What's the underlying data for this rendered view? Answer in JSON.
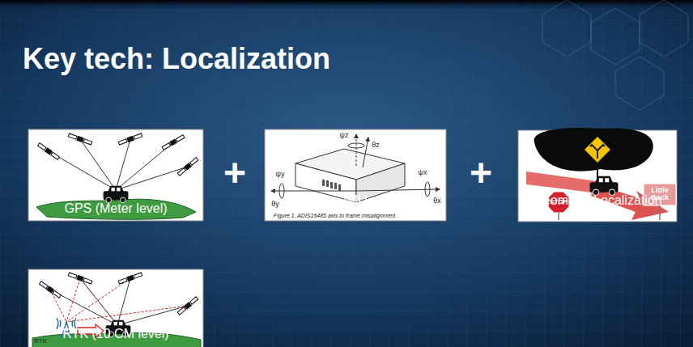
{
  "diagram": {
    "title": "Key tech: Localization",
    "nodes": [
      {
        "text": [
          "GPS (Meter level)"
        ]
      },
      {
        "text": [
          "IMU"
        ]
      },
      {
        "text": [
          "Geometry Localization"
        ]
      },
      {
        "text": [
          "RTK (10 CM level)"
        ]
      }
    ],
    "labels": [
      "+",
      "+",
      "Figure 1. ADIS16485 axis to frame misalignment.",
      "ψz",
      "θz",
      "ψy",
      "θy",
      "ψx",
      "θx",
      "STOP",
      "Little Rock",
      "RTK"
    ]
  }
}
